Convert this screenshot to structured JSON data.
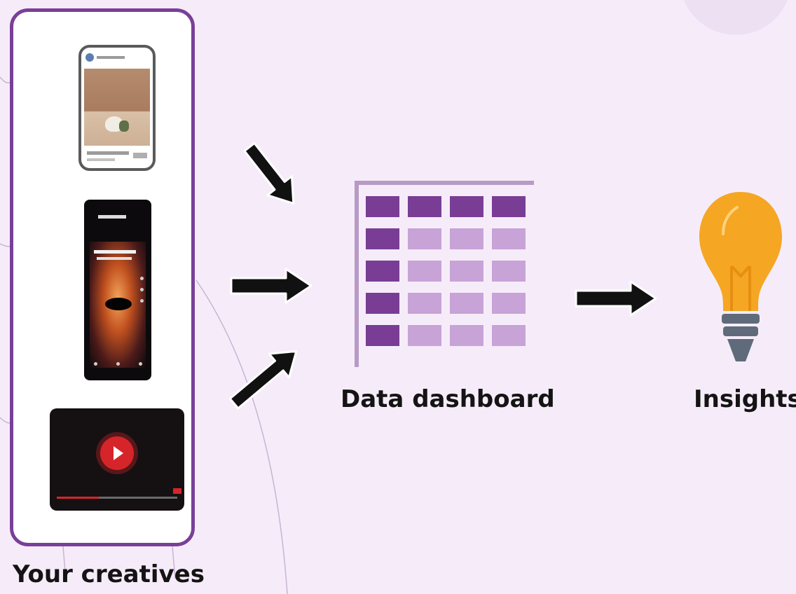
{
  "diagram": {
    "creatives": {
      "label": "Your creatives",
      "items": [
        "social-post-thumbnail",
        "phone-story-thumbnail",
        "video-thumbnail"
      ]
    },
    "dashboard": {
      "label": "Data dashboard",
      "grid": {
        "rows": 5,
        "cols": 4,
        "cells": [
          [
            "dark",
            "dark",
            "dark",
            "dark"
          ],
          [
            "dark",
            "light",
            "light",
            "light"
          ],
          [
            "dark",
            "light",
            "light",
            "light"
          ],
          [
            "dark",
            "light",
            "light",
            "light"
          ],
          [
            "dark",
            "light",
            "light",
            "light"
          ]
        ]
      }
    },
    "insights": {
      "label": "Insights",
      "icon": "lightbulb-icon"
    },
    "arrows": [
      "creatives-to-dashboard-arrow-down",
      "creatives-to-dashboard-arrow-straight",
      "creatives-to-dashboard-arrow-up",
      "dashboard-to-insights-arrow"
    ]
  },
  "colors": {
    "background": "#f6ecf9",
    "panel_border": "#7a3f98",
    "dashboard_dark": "#7a3d96",
    "dashboard_light": "#c7a3d7",
    "bulb": "#f5a623",
    "bulb_base": "#5f6b7a",
    "arrow": "#111111"
  }
}
